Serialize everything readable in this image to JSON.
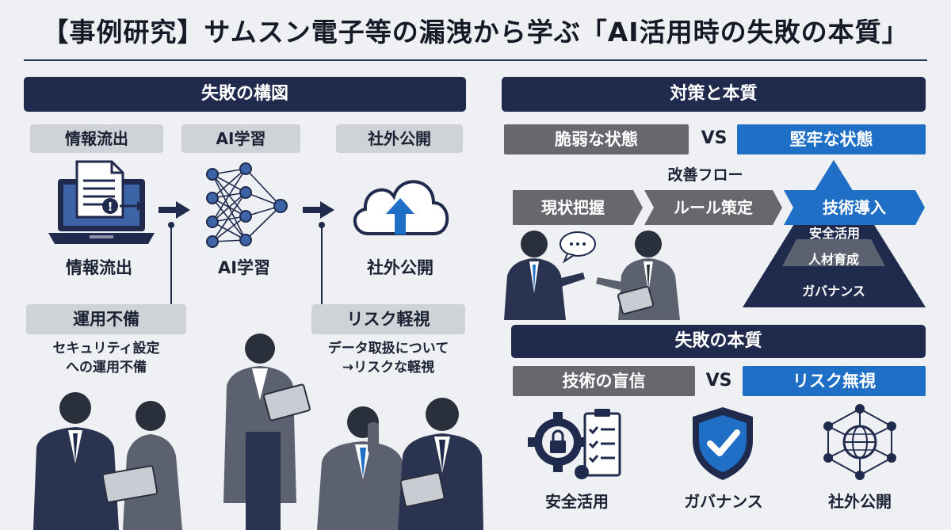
{
  "title": "【事例研究】サムスン電子等の漏洩から学ぶ「AI活用時の失敗の本質」",
  "left": {
    "header": "失敗の構図",
    "flow_pills": [
      "情報流出",
      "AI学習",
      "社外公開"
    ],
    "flow_labels": [
      "情報流出",
      "AI学習",
      "社外公開"
    ],
    "issues": [
      {
        "label": "運用不備",
        "desc_line1": "セキュリティ設定",
        "desc_line2": "への運用不備"
      },
      {
        "label": "リスク軽視",
        "desc_line1": "データ取扱について",
        "desc_line2": "→リスクな軽視"
      }
    ]
  },
  "right": {
    "header": "対策と本質",
    "weak_state": "脆弱な状態",
    "vs": "VS",
    "strong_state": "堅牢な状態",
    "flow_title": "改善フロー",
    "flow_steps": [
      "現状把握",
      "ルール策定",
      "技術導入"
    ],
    "pyramid": [
      "安全活用",
      "人材育成",
      "ガバナンス"
    ],
    "essence_header": "失敗の本質",
    "tech_blind": "技術の盲信",
    "risk_ignore": "リスク無視",
    "icon_labels": [
      "安全活用",
      "ガバナンス",
      "社外公開"
    ]
  },
  "colors": {
    "navy": "#1f2a4d",
    "blue": "#1f6fc6",
    "grey": "#66686d",
    "light_grey": "#cfd2d7",
    "background": "#eef0f3"
  }
}
